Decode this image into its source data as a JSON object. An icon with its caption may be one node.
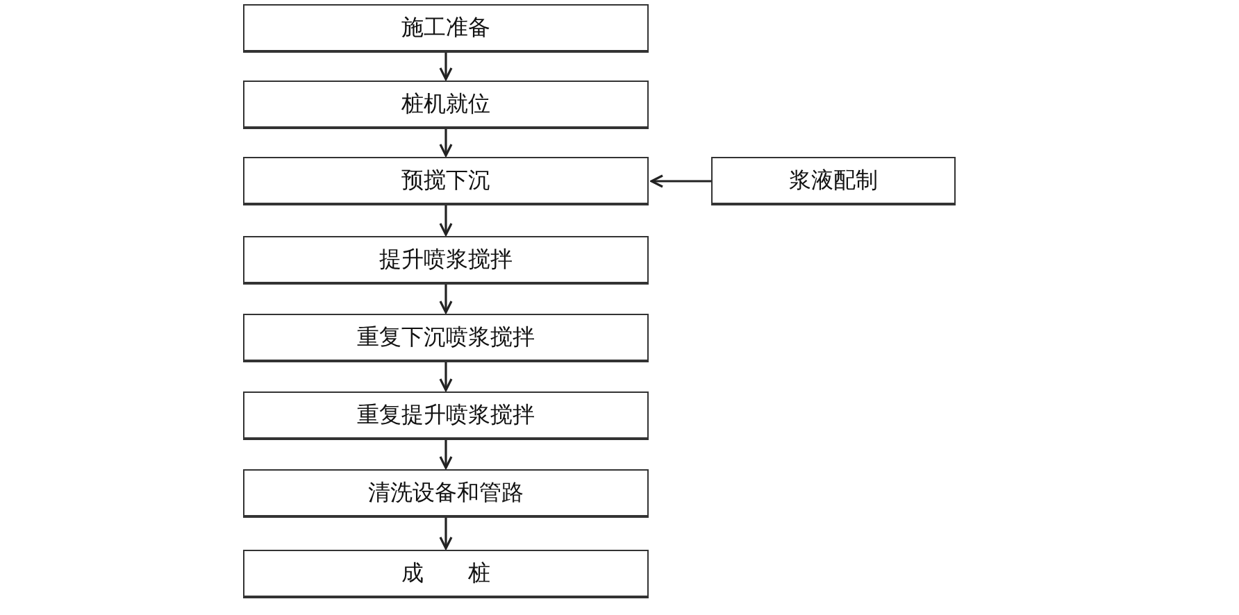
{
  "diagram": {
    "nodes": [
      {
        "text": [
          "施工准备"
        ]
      },
      {
        "text": [
          "桩机就位"
        ]
      },
      {
        "text": [
          "预搅下沉"
        ]
      },
      {
        "text": [
          "浆液配制"
        ]
      },
      {
        "text": [
          "提升喷浆搅拌"
        ]
      },
      {
        "text": [
          "重复下沉喷浆搅拌"
        ]
      },
      {
        "text": [
          "重复提升喷浆搅拌"
        ]
      },
      {
        "text": [
          "清洗设备和管路"
        ]
      },
      {
        "text": [
          "成　　桩"
        ]
      }
    ],
    "edges": [
      {
        "from": 0,
        "to": 1,
        "arrow": "to"
      },
      {
        "from": 1,
        "to": 2,
        "arrow": "to"
      },
      {
        "from": 2,
        "to": 4,
        "arrow": "to"
      },
      {
        "from": 4,
        "to": 5,
        "arrow": "to"
      },
      {
        "from": 5,
        "to": 6,
        "arrow": "to"
      },
      {
        "from": 6,
        "to": 7,
        "arrow": "to"
      },
      {
        "from": 7,
        "to": 8,
        "arrow": "to"
      },
      {
        "from": 3,
        "to": 2,
        "arrow": "to"
      }
    ]
  }
}
